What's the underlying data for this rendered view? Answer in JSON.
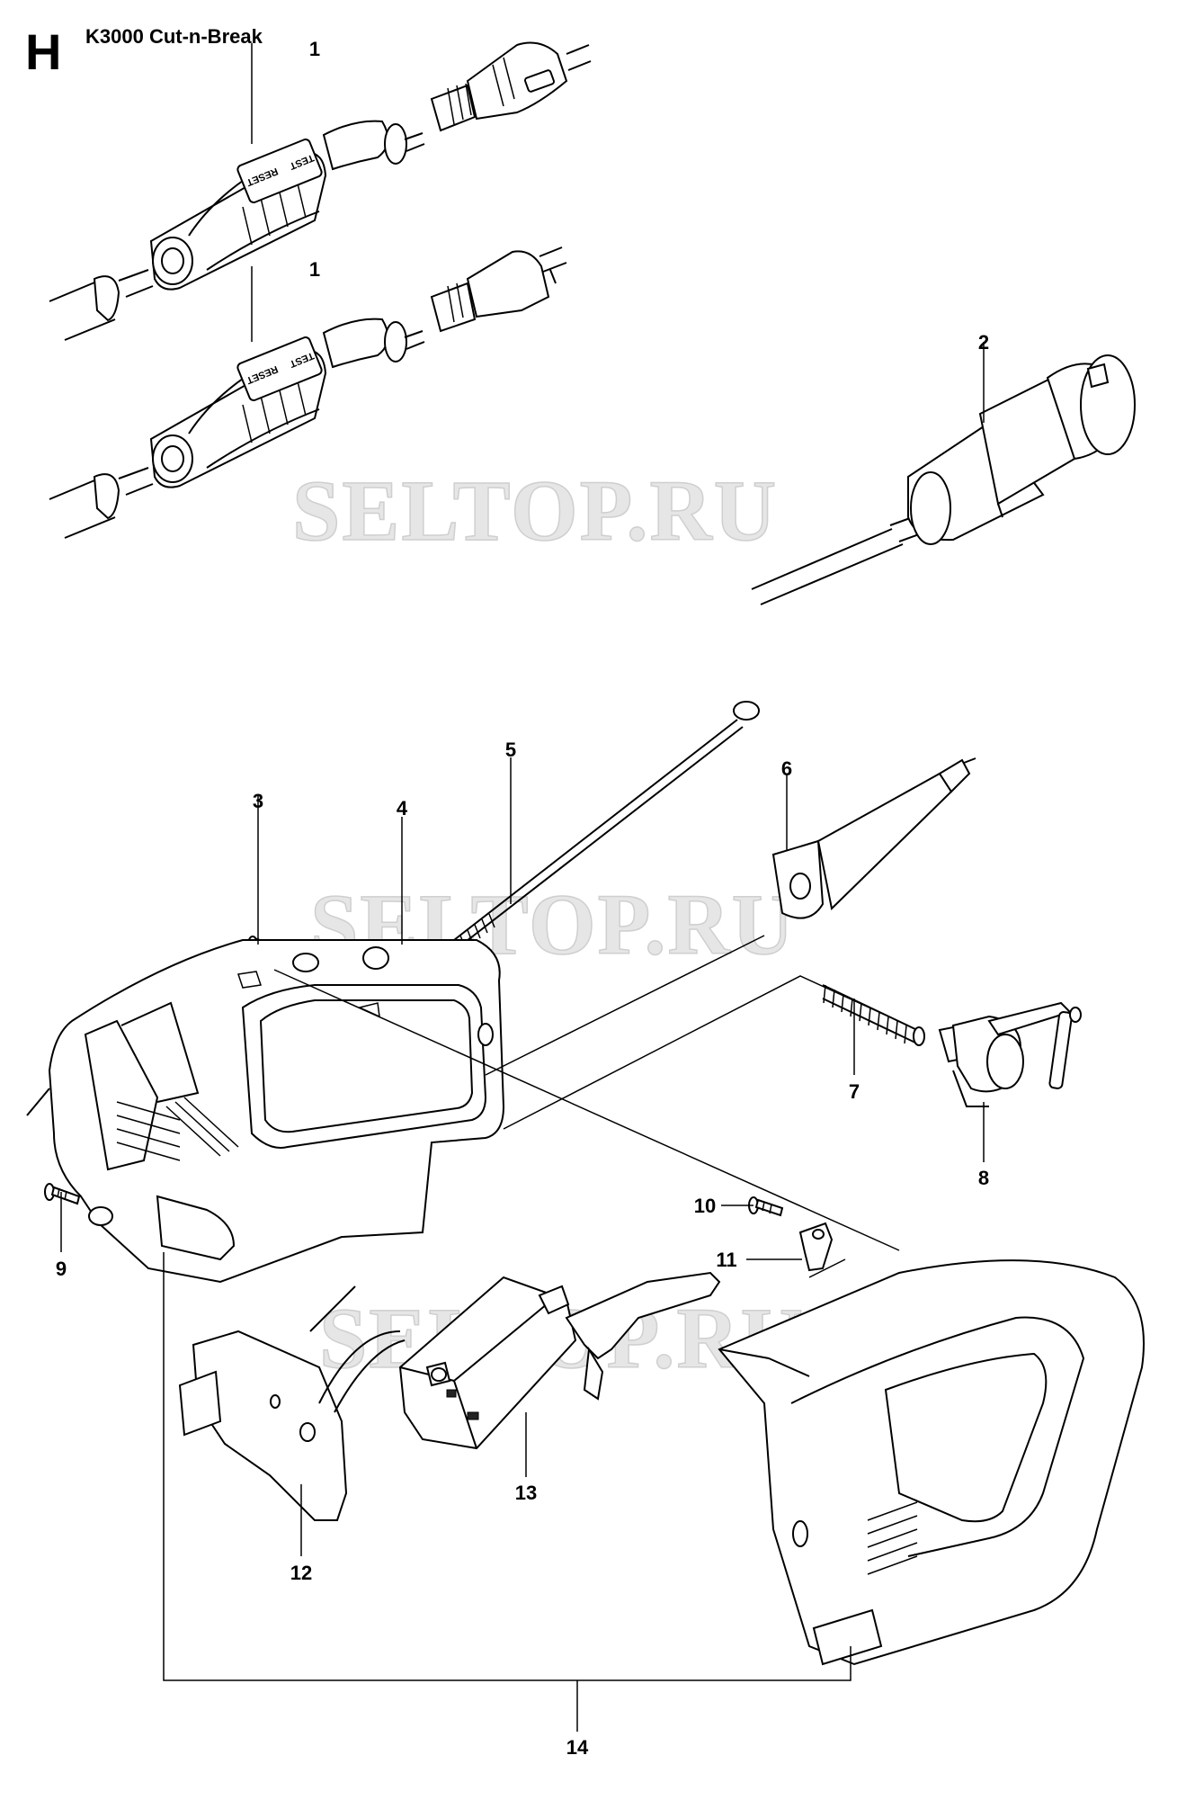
{
  "section_letter": "H",
  "title": "K3000 Cut-n-Break",
  "watermark": "SELTOP.RU",
  "button_labels": {
    "test": "TEST",
    "reset": "RESET"
  },
  "callouts": {
    "p1a": "1",
    "p1b": "1",
    "p2": "2",
    "p3": "3",
    "p4": "4",
    "p5": "5",
    "p6": "6",
    "p7": "7",
    "p8": "8",
    "p9": "9",
    "p10": "10",
    "p11": "11",
    "p12": "12",
    "p13": "13",
    "p14": "14"
  }
}
